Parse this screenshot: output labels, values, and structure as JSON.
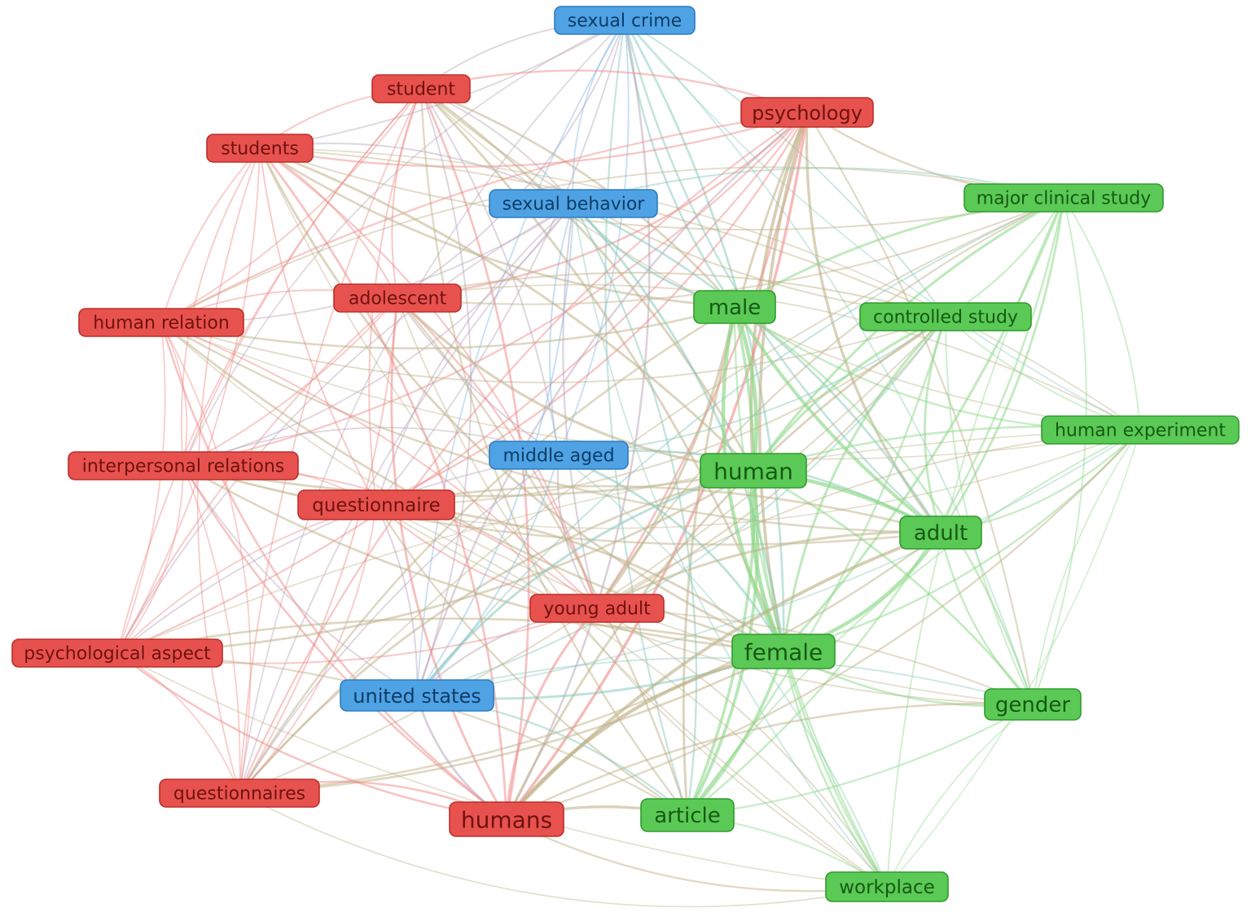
{
  "clusters": {
    "red": {
      "fill": "#e8524e",
      "stroke": "#bb2e2a",
      "text": "#6e1210",
      "edge": "#ef8a86"
    },
    "blue": {
      "fill": "#4fa2e4",
      "stroke": "#2b7cbf",
      "text": "#0e3d66",
      "edge": "#7fb9e8"
    },
    "green": {
      "fill": "#5bc956",
      "stroke": "#2f9b2b",
      "text": "#145a12",
      "edge": "#8fd98b"
    }
  },
  "nodes": [
    {
      "id": "sexual-crime",
      "label": "sexual crime",
      "cluster": "blue"
    },
    {
      "id": "student",
      "label": "student",
      "cluster": "red"
    },
    {
      "id": "psychology",
      "label": "psychology",
      "cluster": "red"
    },
    {
      "id": "students",
      "label": "students",
      "cluster": "red"
    },
    {
      "id": "sexual-behavior",
      "label": "sexual behavior",
      "cluster": "blue"
    },
    {
      "id": "major-clinical-study",
      "label": "major clinical study",
      "cluster": "green"
    },
    {
      "id": "adolescent",
      "label": "adolescent",
      "cluster": "red"
    },
    {
      "id": "male",
      "label": "male",
      "cluster": "green"
    },
    {
      "id": "controlled-study",
      "label": "controlled study",
      "cluster": "green"
    },
    {
      "id": "human-relation",
      "label": "human relation",
      "cluster": "red"
    },
    {
      "id": "human-experiment",
      "label": "human experiment",
      "cluster": "green"
    },
    {
      "id": "middle-aged",
      "label": "middle aged",
      "cluster": "blue"
    },
    {
      "id": "interpersonal-relations",
      "label": "interpersonal relations",
      "cluster": "red"
    },
    {
      "id": "human",
      "label": "human",
      "cluster": "green"
    },
    {
      "id": "questionnaire",
      "label": "questionnaire",
      "cluster": "red"
    },
    {
      "id": "adult",
      "label": "adult",
      "cluster": "green"
    },
    {
      "id": "young-adult",
      "label": "young adult",
      "cluster": "red"
    },
    {
      "id": "female",
      "label": "female",
      "cluster": "green"
    },
    {
      "id": "psychological-aspect",
      "label": "psychological aspect",
      "cluster": "red"
    },
    {
      "id": "united-states",
      "label": "united states",
      "cluster": "blue"
    },
    {
      "id": "gender",
      "label": "gender",
      "cluster": "green"
    },
    {
      "id": "questionnaires",
      "label": "questionnaires",
      "cluster": "red"
    },
    {
      "id": "humans",
      "label": "humans",
      "cluster": "red"
    },
    {
      "id": "article",
      "label": "article",
      "cluster": "green"
    },
    {
      "id": "workplace",
      "label": "workplace",
      "cluster": "green"
    }
  ]
}
